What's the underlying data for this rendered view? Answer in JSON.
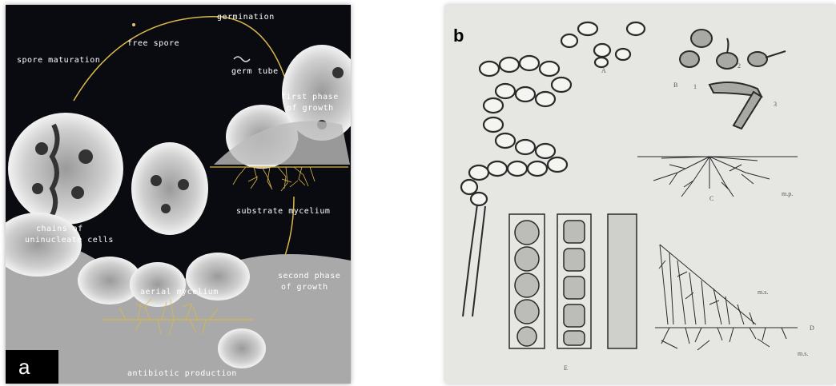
{
  "panel_a": {
    "badge": "a",
    "labels": {
      "germination": "germination",
      "free_spore": "free spore",
      "spore_maturation": "spore maturation",
      "germ_tube": "germ tube",
      "first_phase_line1": "first phase",
      "first_phase_line2": "of growth",
      "substrate_mycelium": "substrate mycelium",
      "chains_line1": "chains of",
      "chains_line2": "uninucleate cells",
      "second_phase_line1": "second phase",
      "second_phase_line2": "of growth",
      "aerial_mycelium": "aerial mycelium",
      "antibiotic_production": "antibiotic production"
    },
    "colors": {
      "background": "#0a0b10",
      "hyphae": "#d9b84a",
      "colony": "#d8d8d8"
    }
  },
  "panel_b": {
    "badge": "b",
    "labels": {
      "A": "A",
      "B": "B",
      "C": "C",
      "D": "D",
      "E": "E",
      "n1": "1",
      "n2": "2",
      "n3": "3",
      "mu1": "m.s.",
      "mu2": "m.s.",
      "mu3": "m.p."
    },
    "colors": {
      "background": "#e6e6e3",
      "ink": "#2a2a2a"
    }
  }
}
